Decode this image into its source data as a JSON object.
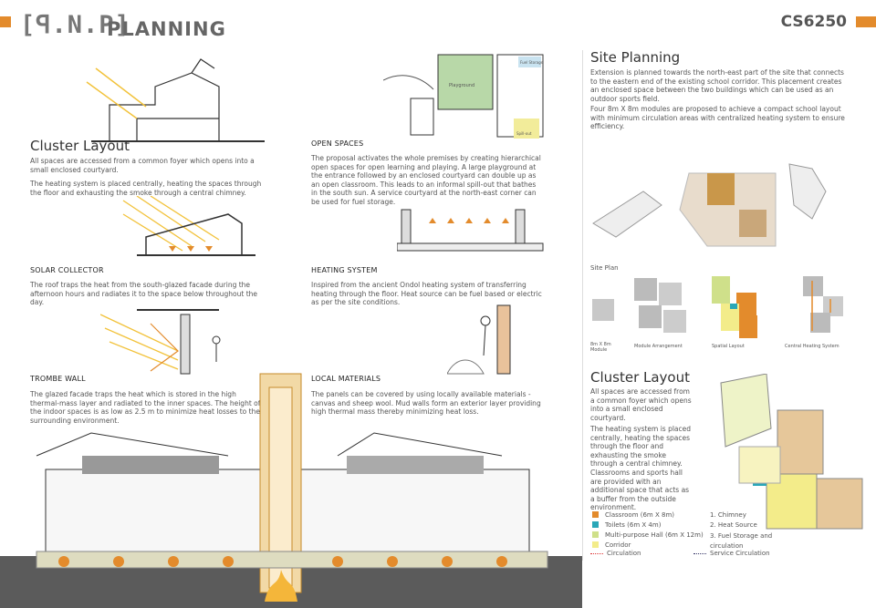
{
  "header": {
    "logo": "[ꟼ.N.P]",
    "title": "PLANNING",
    "code": "CS6250"
  },
  "cluster_left": {
    "title": "Cluster Layout",
    "p1": "All spaces are accessed from a common foyer which opens into a small enclosed courtyard.",
    "p2": "The heating system is placed centrally, heating the spaces through the floor and exhausting the smoke through a central chimney."
  },
  "solar": {
    "title": "SOLAR COLLECTOR",
    "text": "The roof traps the heat from the south-glazed facade during the afternoon hours and radiates it to the space below throughout the day."
  },
  "trombe": {
    "title": "TROMBE WALL",
    "text": "The glazed facade traps the heat which is stored in the high thermal-mass layer and radiated to the inner spaces. The height of the indoor spaces is as low as 2.5 m to minimize heat losses to the surrounding environment."
  },
  "open_spaces": {
    "title": "OPEN SPACES",
    "text": "The proposal activates the whole premises by creating hierarchical open spaces for open learning and playing. A large playground at the entrance followed by an enclosed courtyard can double up as an open classroom. This leads to an informal spill-out that bathes in the south sun. A service courtyard at the north-east corner can be used for fuel storage."
  },
  "heating": {
    "title": "HEATING SYSTEM",
    "text": "Inspired from the ancient Ondol heating system of transferring heating through the floor. Heat source can be fuel based or electric as per the site conditions."
  },
  "materials": {
    "title": "LOCAL MATERIALS",
    "text": "The panels can be covered by using locally available materials - canvas and sheep wool. Mud walls form an exterior layer providing high thermal mass thereby minimizing heat loss."
  },
  "site_plan_labels": {
    "playground": "Playground",
    "fuel": "Fuel Storage",
    "spillout": "Spill-out"
  },
  "site_planning": {
    "title": "Site Planning",
    "p1": "Extension is planned towards the north-east part of the site that connects to the eastern end of the existing school corridor. This placement creates an enclosed space between the two buildings which can be used as an outdoor sports field.",
    "p2": "Four 8m X 8m modules are proposed to achieve a compact school layout with minimum circulation areas with centralized heating system to ensure efficiency.",
    "caption": "Site Plan"
  },
  "diagrams": {
    "c1": "8m X 8m Module",
    "c2": "Module Arrangement",
    "c3": "Spatial Layout",
    "c4": "Central Heating System"
  },
  "cluster_right": {
    "title": "Cluster Layout",
    "p1": "All spaces are accessed from a common foyer which opens into a small enclosed courtyard.",
    "p2": "The heating system is placed centrally, heating the spaces through the floor and exhausting the smoke through a central chimney. Classrooms and sports hall are provided with an additional space that acts as a buffer from the outside environment."
  },
  "legend": {
    "items": [
      {
        "label": "Classroom (6m X 8m)",
        "color": "#e38b2c"
      },
      {
        "label": "Toilets (6m X 4m)",
        "color": "#2aa7b8"
      },
      {
        "label": "Multi-purpose Hall (6m X 12m)",
        "color": "#cfe08a"
      },
      {
        "label": "Corridor",
        "color": "#f3ec8a"
      }
    ],
    "circulation": "Circulation",
    "service": "Service Circulation",
    "numbered": [
      "1. Chimney",
      "2. Heat Source",
      "3. Fuel Storage and circulation"
    ]
  }
}
